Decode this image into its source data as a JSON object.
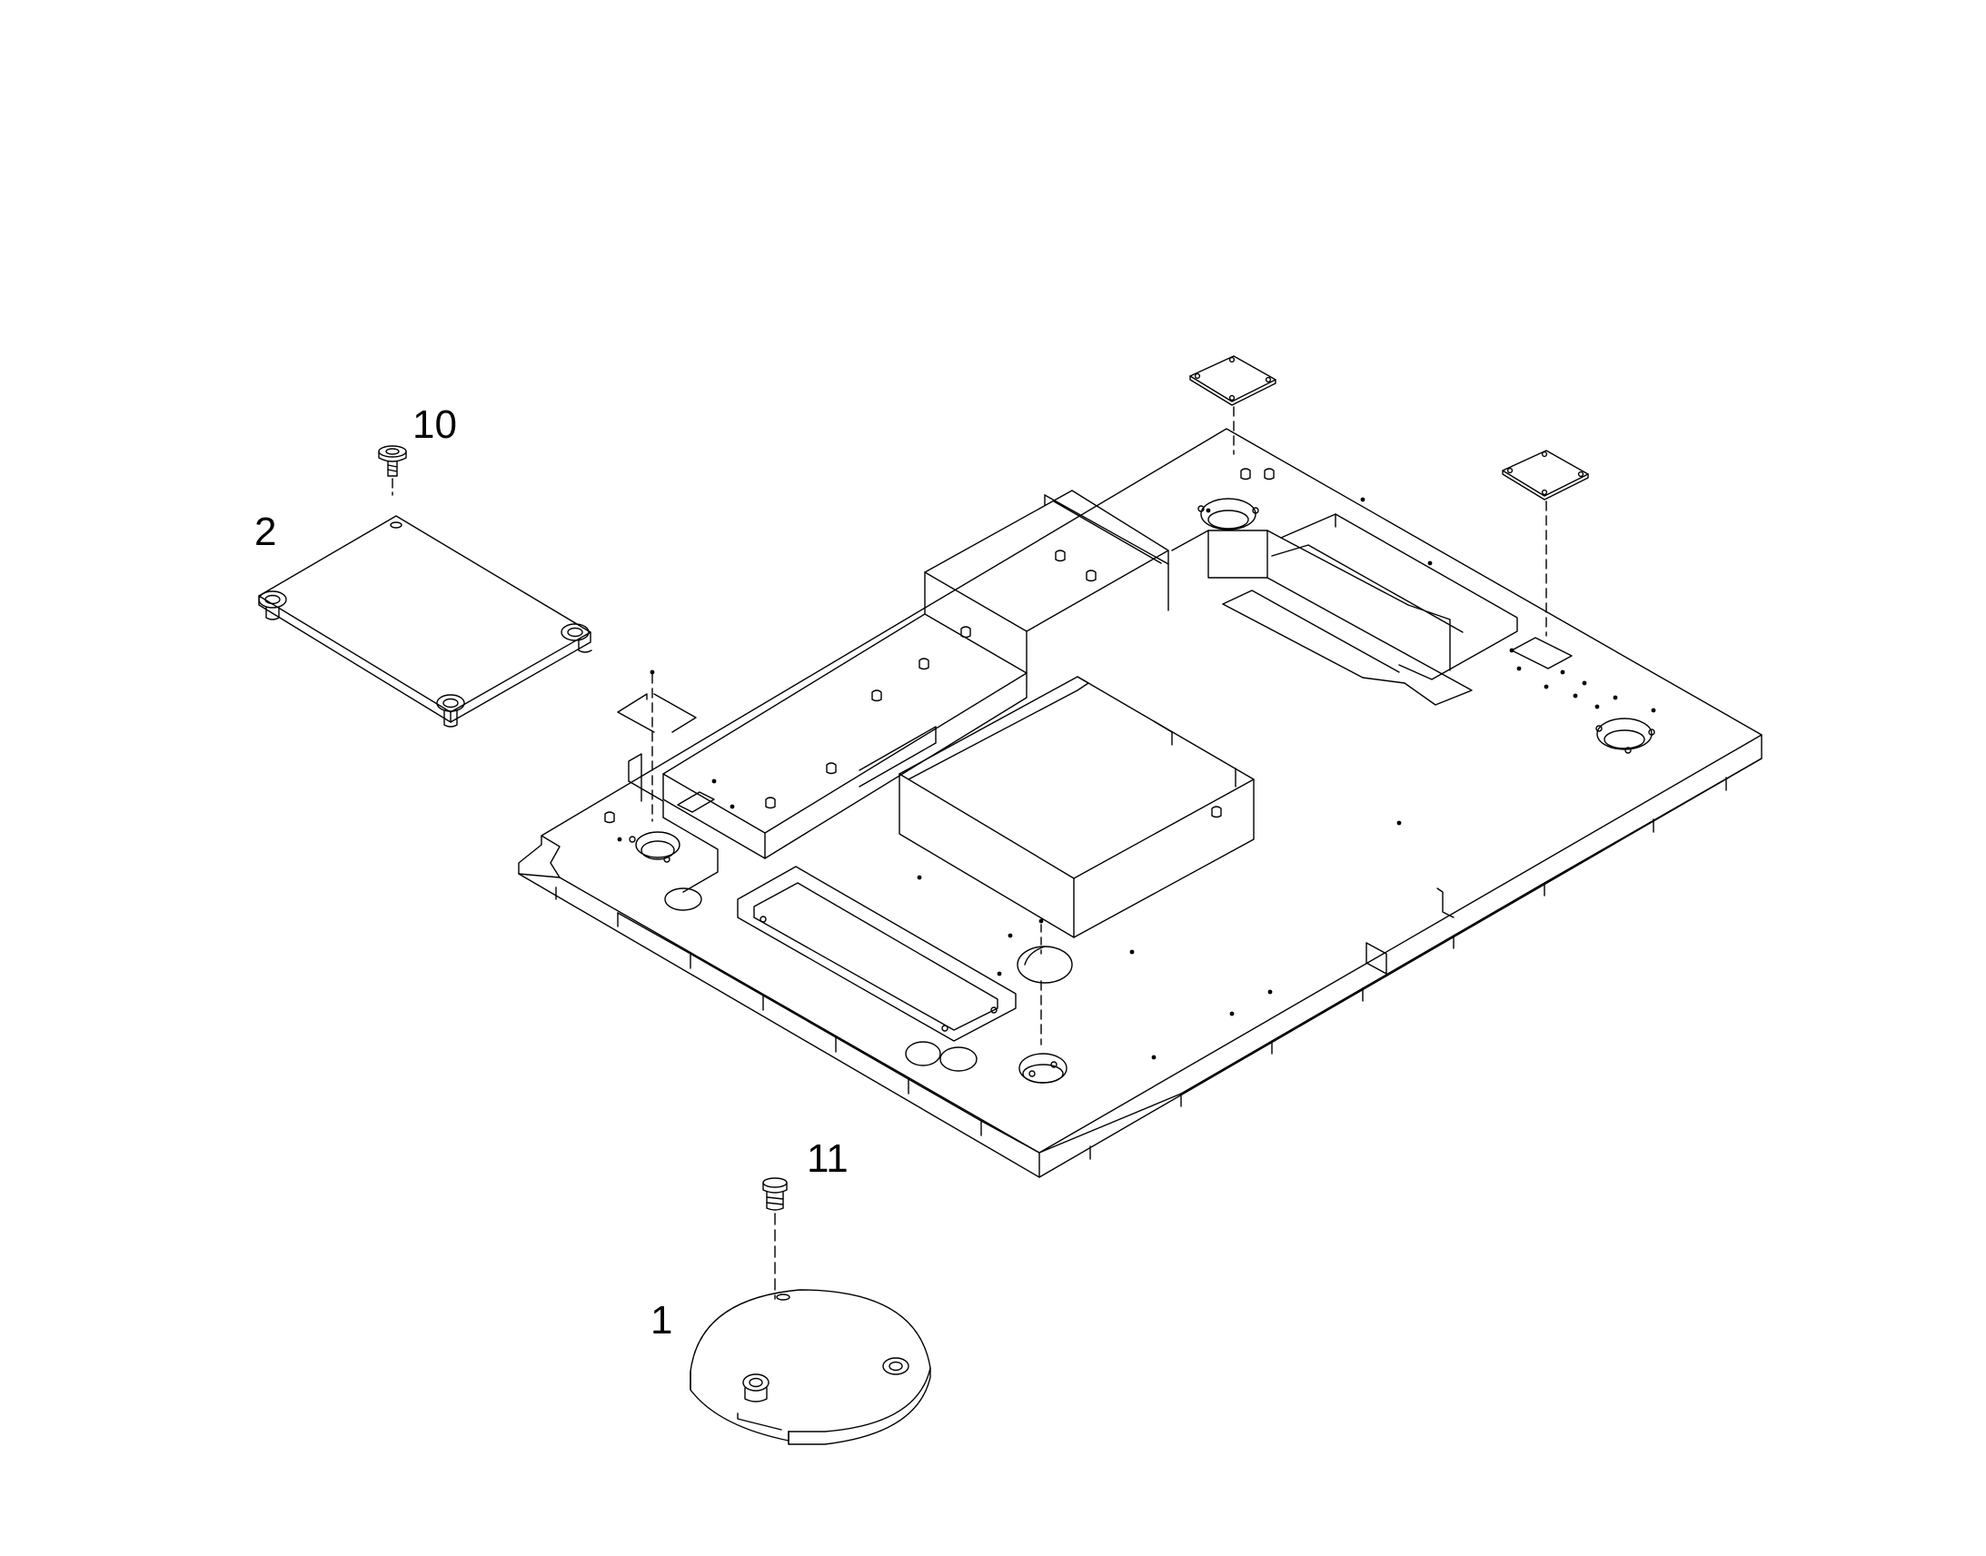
{
  "callouts": {
    "part_1": "1",
    "part_2": "2",
    "part_10": "10",
    "part_11": "11"
  },
  "colors": {
    "line": "#000000",
    "background": "#ffffff"
  }
}
